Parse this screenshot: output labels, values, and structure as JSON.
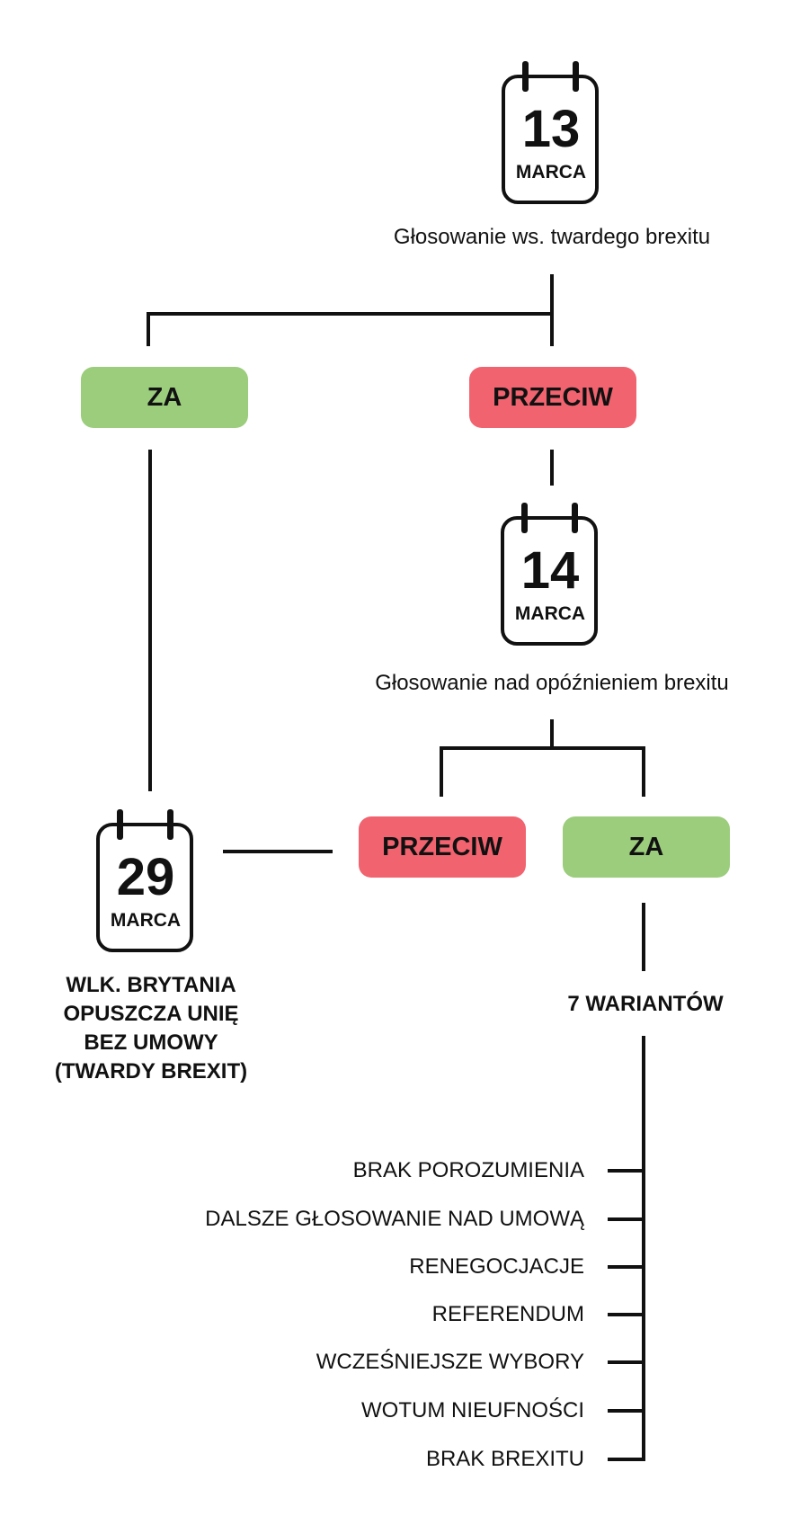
{
  "node1": {
    "day": "13",
    "month": "MARCA",
    "caption": "Głosowanie ws. twardego brexitu"
  },
  "node2": {
    "day": "14",
    "month": "MARCA",
    "caption": "Głosowanie nad opóźnieniem brexitu"
  },
  "node3": {
    "day": "29",
    "month": "MARCA",
    "outcome": [
      "WLK. BRYTANIA",
      "OPUSZCZA UNIĘ",
      "BEZ UMOWY",
      "(TWARDY BREXIT)"
    ]
  },
  "vote1": {
    "za": "ZA",
    "przeciw": "PRZECIW"
  },
  "vote2": {
    "przeciw": "PRZECIW",
    "za": "ZA"
  },
  "variants": {
    "title": "7 WARIANTÓW",
    "options": [
      "BRAK POROZUMIENIA",
      "DALSZE GŁOSOWANIE NAD UMOWĄ",
      "RENEGOCJACJE",
      "REFERENDUM",
      "WCZEŚNIEJSZE WYBORY",
      "WOTUM NIEUFNOŚCI",
      "BRAK BREXITU"
    ]
  },
  "colors": {
    "za": "#9bcd7c",
    "przeciw": "#f0636f",
    "line": "#111111"
  },
  "icons": [
    "calendar-icon"
  ]
}
